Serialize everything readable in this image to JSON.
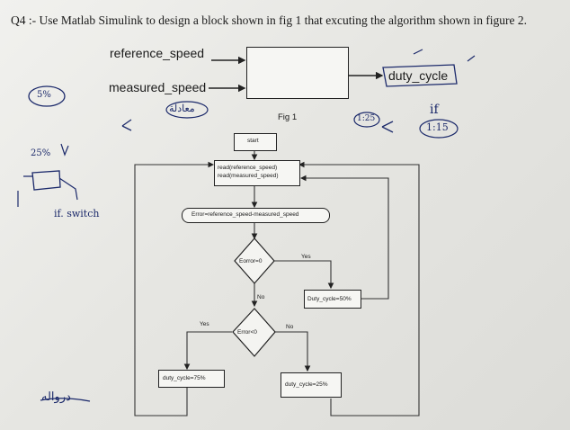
{
  "question": "Q4 :- Use Matlab Simulink to design a block shown in fig 1 that excuting the algorithm shown in figure 2.",
  "block_diagram": {
    "input1": "reference_speed",
    "input2": "measured_speed",
    "output": "duty_cycle",
    "caption": "Fig 1"
  },
  "flowchart": {
    "start": "start",
    "read_line1": "read(reference_speed)",
    "read_line2": "read(measured_speed)",
    "error_calc": "Error=reference_speed-measured_speed",
    "decision1": "Eorror=0",
    "decision1_yes": "Yes",
    "decision1_no": "No",
    "duty50": "Duty_cycle=50%",
    "decision2": "Error<0",
    "decision2_yes": "Yes",
    "decision2_no": "No",
    "duty75": "duty_cycle=75%",
    "duty25": "duty_cycle=25%"
  },
  "handwritten": {
    "arabic_label": "معادلة",
    "ratio1": "1:25",
    "ratio2": "1:15",
    "if_note": "if",
    "pct5": "5%",
    "pct25": "25%",
    "switch_note": "if. switch",
    "arabic_bottom": "درواله"
  }
}
